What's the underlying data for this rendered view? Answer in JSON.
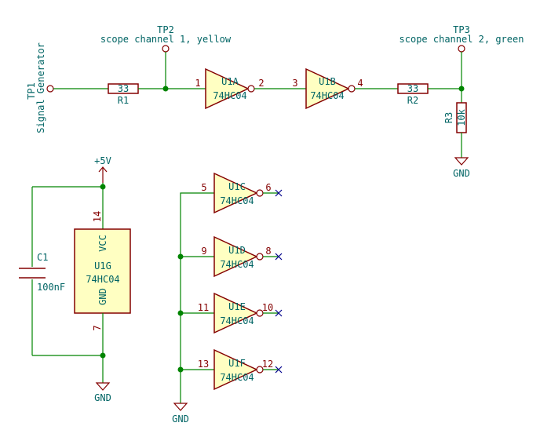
{
  "title": "",
  "testpoints": {
    "tp1": {
      "ref": "TP1",
      "value": "Signal Generator"
    },
    "tp2": {
      "ref": "TP2",
      "value": "scope channel 1, yellow"
    },
    "tp3": {
      "ref": "TP3",
      "value": "scope channel 2, green"
    }
  },
  "resistors": {
    "r1": {
      "ref": "R1",
      "value": "33"
    },
    "r2": {
      "ref": "R2",
      "value": "33"
    },
    "r3": {
      "ref": "R3",
      "value": "10k"
    }
  },
  "capacitor": {
    "ref": "C1",
    "value": "100nF"
  },
  "power": {
    "vcc_label": "+5V",
    "gnd_label": "GND"
  },
  "inverters": {
    "u1a": {
      "ref": "U1A",
      "value": "74HC04",
      "in_pin": "1",
      "out_pin": "2"
    },
    "u1b": {
      "ref": "U1B",
      "value": "74HC04",
      "in_pin": "3",
      "out_pin": "4"
    },
    "u1c": {
      "ref": "U1C",
      "value": "74HC04",
      "in_pin": "5",
      "out_pin": "6"
    },
    "u1d": {
      "ref": "U1D",
      "value": "74HC04",
      "in_pin": "9",
      "out_pin": "8"
    },
    "u1e": {
      "ref": "U1E",
      "value": "74HC04",
      "in_pin": "11",
      "out_pin": "10"
    },
    "u1f": {
      "ref": "U1F",
      "value": "74HC04",
      "in_pin": "13",
      "out_pin": "12"
    }
  },
  "power_unit": {
    "ref": "U1G",
    "value": "74HC04",
    "vcc_pin_name": "VCC",
    "gnd_pin_name": "GND",
    "vcc_pin": "14",
    "gnd_pin": "7"
  },
  "colors": {
    "wire": "#008400",
    "body": "#840000",
    "fill": "#ffffc2",
    "text": "#006464",
    "noconnect": "#00008c"
  }
}
